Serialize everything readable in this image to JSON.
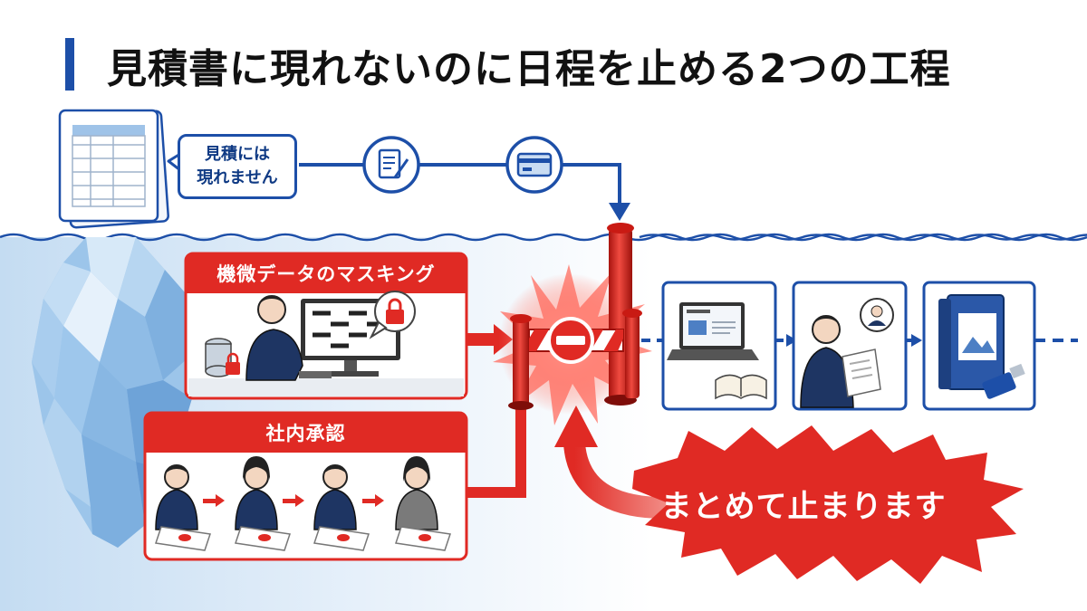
{
  "title": "見積書に現れないのに日程を止める2つの工程",
  "bubble": {
    "line1": "見積には",
    "line2": "現れません"
  },
  "panel_masking": {
    "label": "機微データのマスキング"
  },
  "panel_approval": {
    "label": "社内承認"
  },
  "burst": {
    "label": "まとめて止まります"
  },
  "icons": {
    "estimate": "spreadsheet-document-icon",
    "form": "document-pen-icon",
    "card": "credit-card-icon",
    "lock": "padlock-icon",
    "database": "database-icon",
    "stop": "no-entry-icon",
    "laptop": "laptop-icon",
    "book": "open-book-icon",
    "binder": "binder-icon",
    "usb": "usb-drive-icon"
  },
  "colors": {
    "primary_blue": "#1d4fa8",
    "alert_red": "#e02a24",
    "water_blue": "#cfe3f5",
    "iceberg": "#9cc5ea"
  }
}
